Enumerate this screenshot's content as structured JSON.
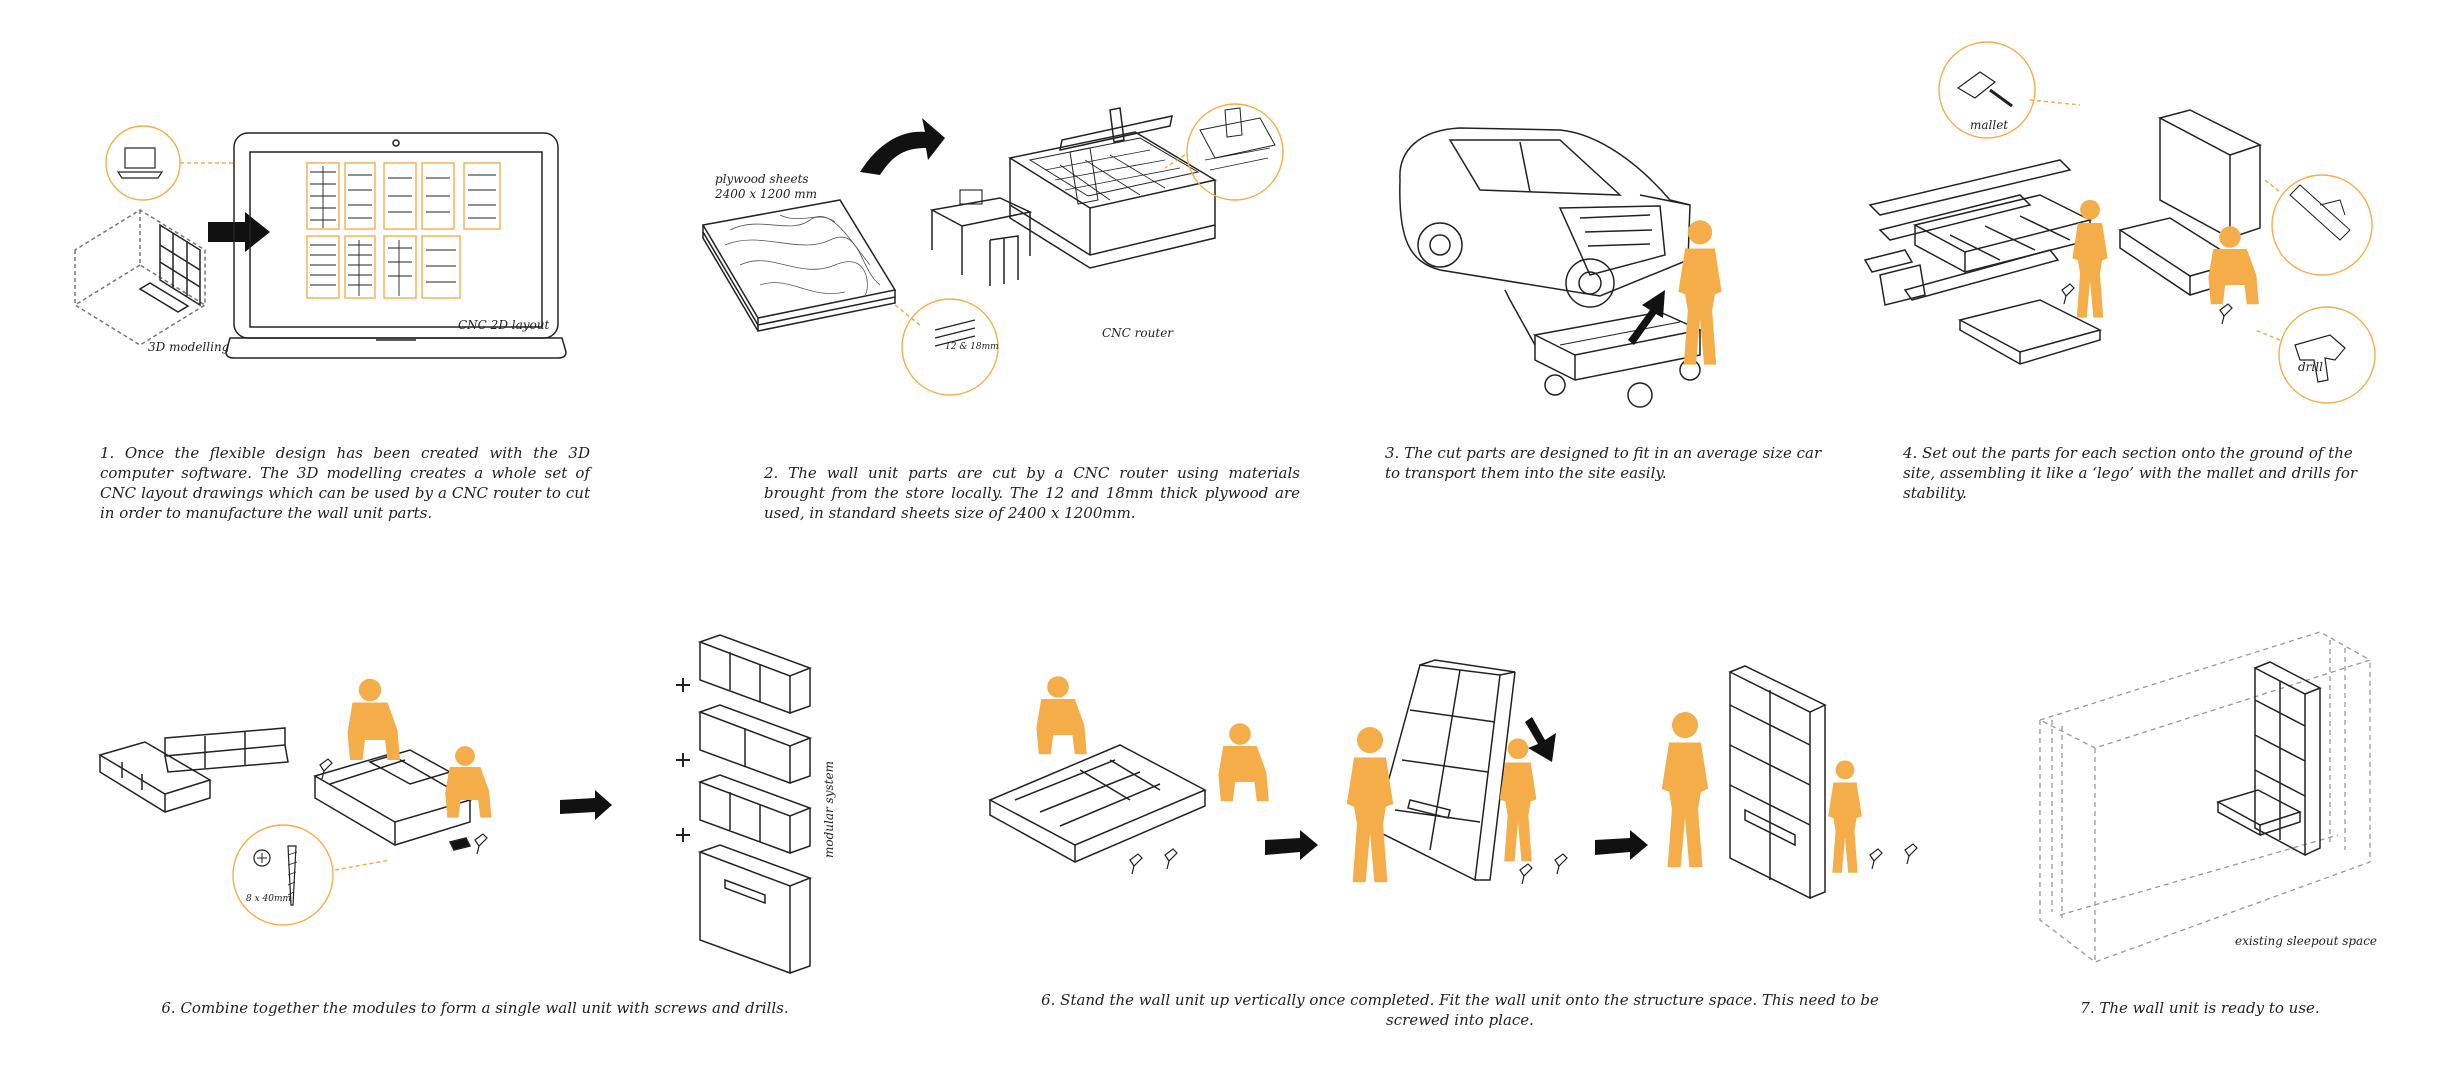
{
  "colors": {
    "accent": "#f5ad4a",
    "line": "#222222",
    "dashed": "#999999"
  },
  "labels": {
    "modelling": "3D modelling",
    "cnc_layout": "CNC 2D layout",
    "plywood": "plywood sheets\n2400 x 1200 mm",
    "thickness": "12 & 18mm",
    "cnc_router": "CNC router",
    "mallet": "mallet",
    "drill": "drill",
    "screw": "8 x 40mm",
    "modular": "modular system",
    "sleepout": "existing sleepout space"
  },
  "captions": {
    "step1": "1. Once the flexible design has been created with the 3D computer software. The 3D modelling creates a whole set of CNC layout drawings which can be used by a CNC router to cut in order to manufacture the wall unit parts.",
    "step2": "2. The wall unit parts are cut by a CNC router using materials brought from the store locally. The 12 and 18mm thick plywood are used, in standard sheets size of 2400 x 1200mm.",
    "step3": "3. The cut parts are designed to fit in an average size car to transport them into the site easily.",
    "step4": "4.  Set out the parts for each section onto the ground of the site, assembling it like a ‘lego’ with the mallet and drills for stability.",
    "step5": "6. Combine together the modules to form a single wall unit with screws and drills.",
    "step6": "6. Stand the wall unit up vertically once completed. Fit the wall unit onto the structure space. This need to be screwed into place.",
    "step7": "7. The wall unit is ready to use."
  }
}
